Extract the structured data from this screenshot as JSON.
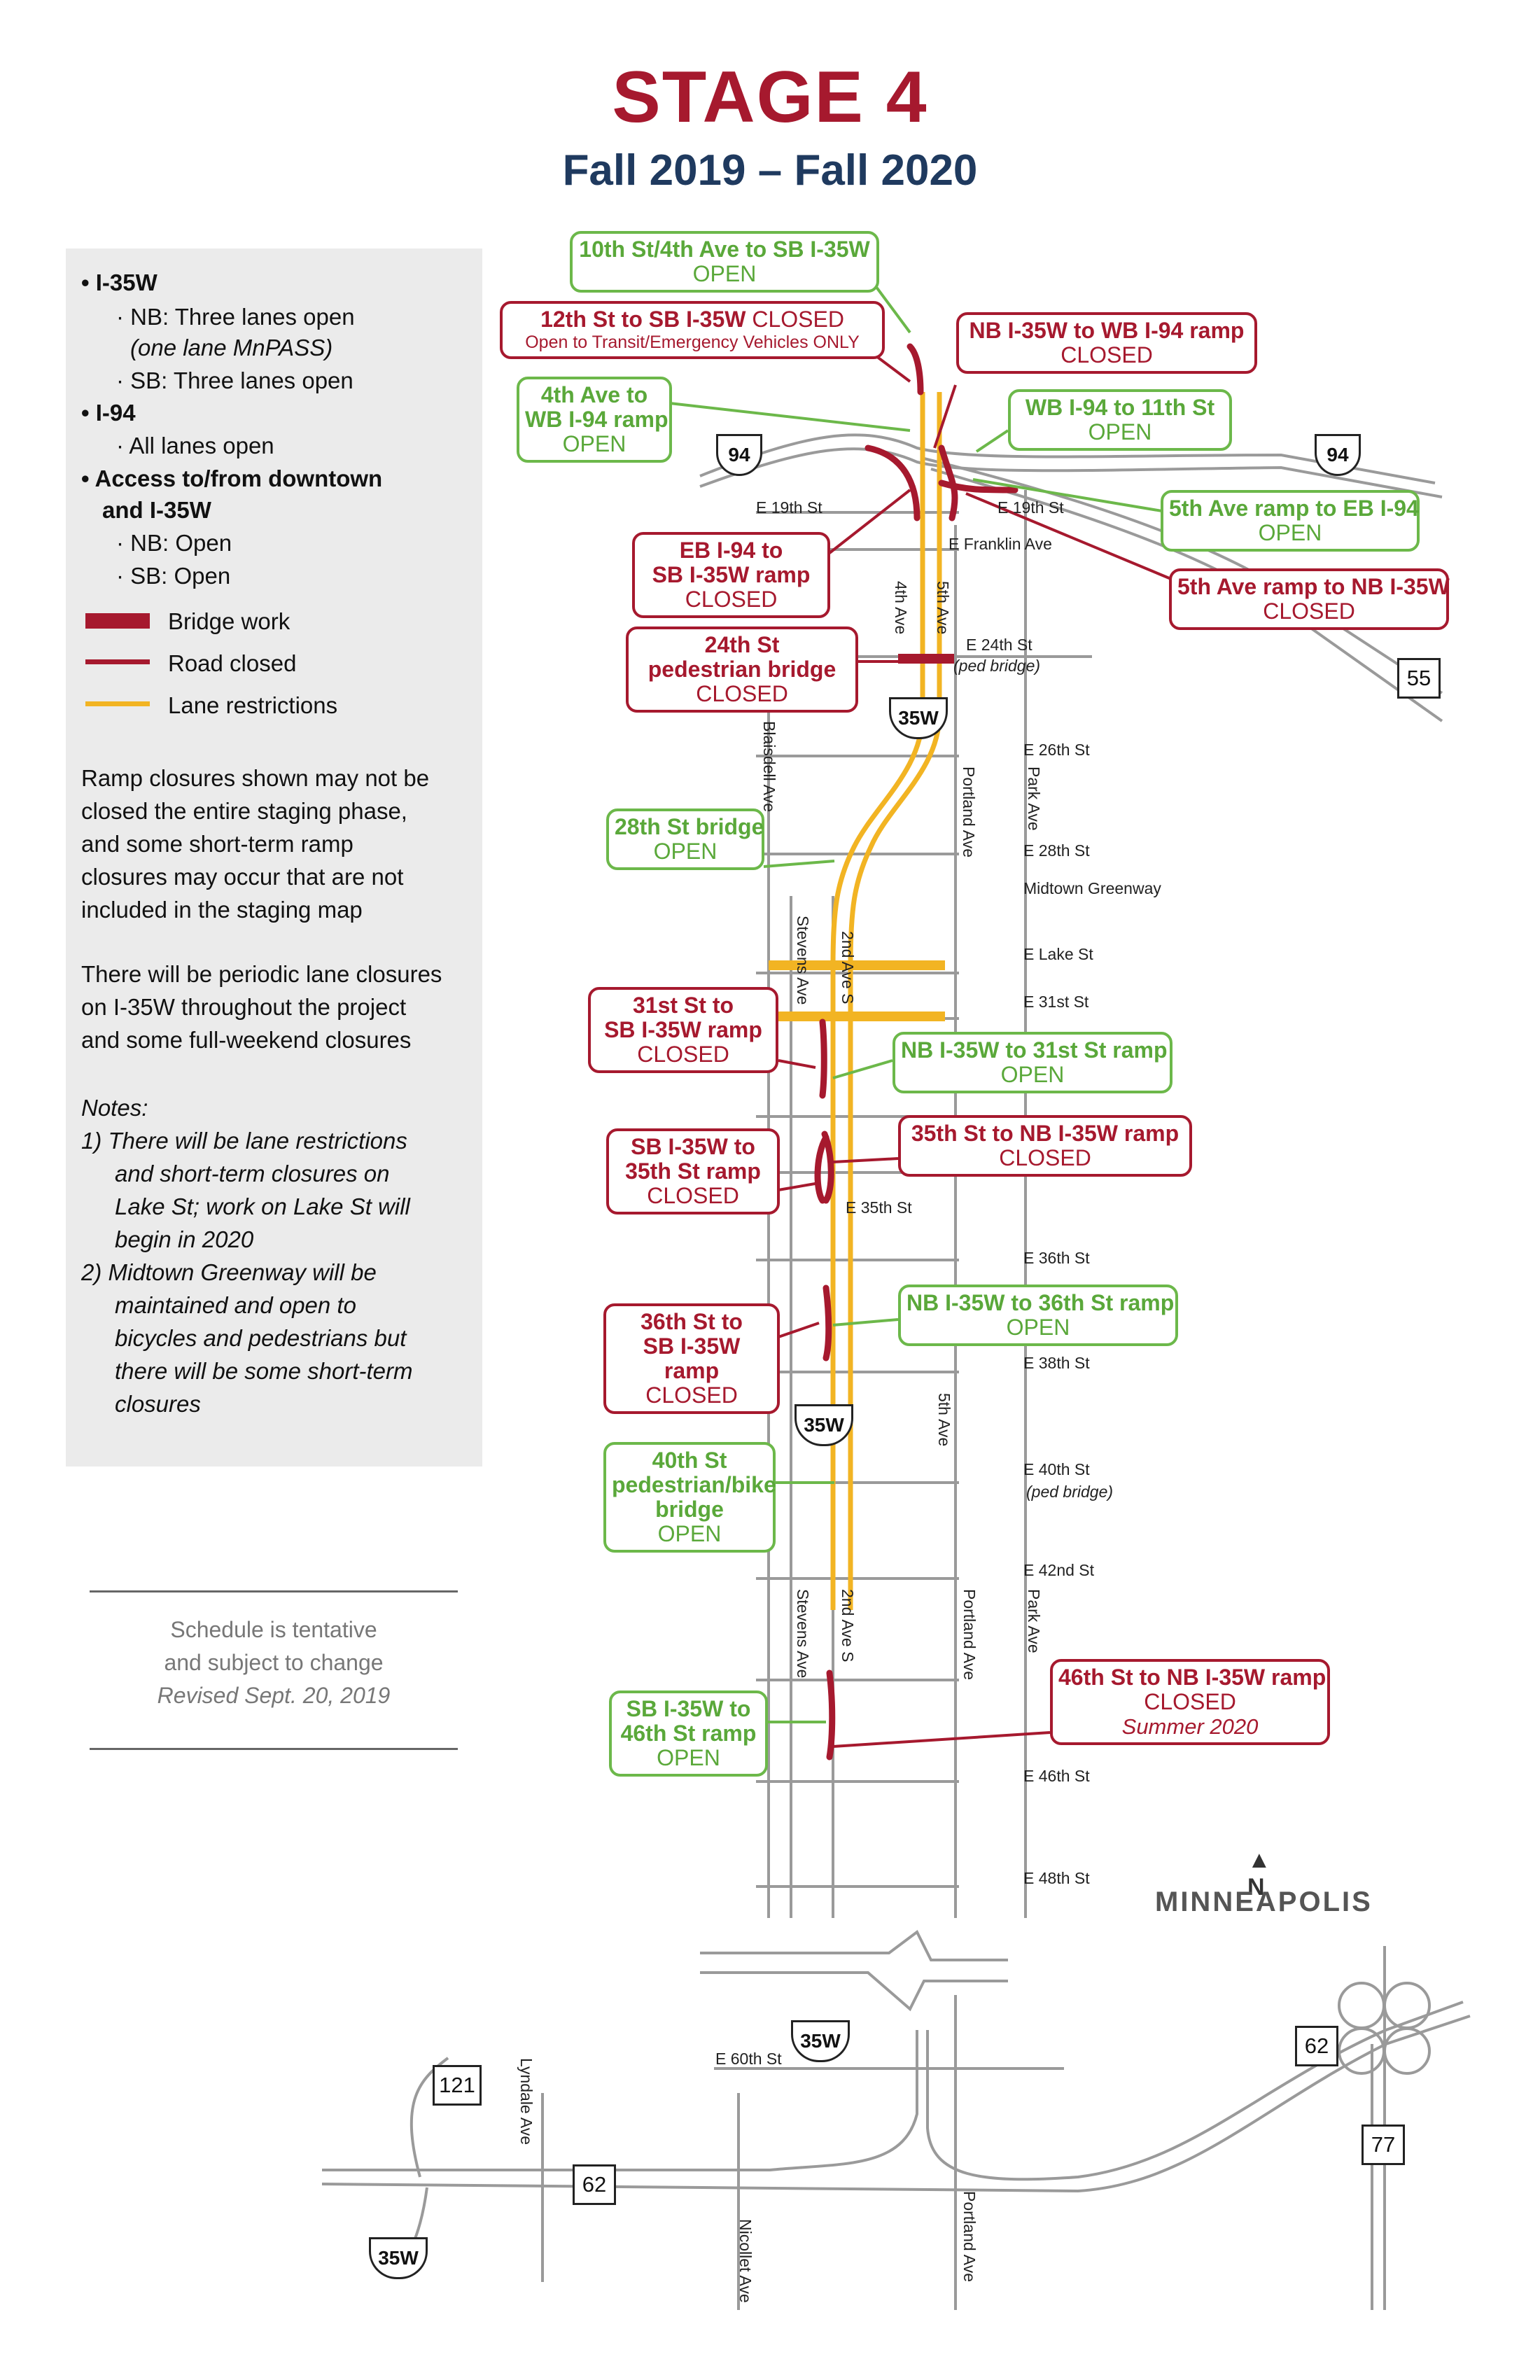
{
  "title": "STAGE 4",
  "subtitle": "Fall 2019 – Fall 2020",
  "colors": {
    "closed": "#a6192e",
    "open": "#6cb84a",
    "lane": "#f2b423",
    "navy": "#1f3a5f"
  },
  "legend": {
    "i35w_head": "I-35W",
    "nb": "· NB: Three lanes open",
    "nb_note": "(one lane MnPASS)",
    "sb": "· SB: Three lanes open",
    "i94_head": "I-94",
    "i94": "· All lanes open",
    "access_head_1": "Access to/from downtown",
    "access_head_2": "and I-35W",
    "access_nb": "· NB: Open",
    "access_sb": "· SB: Open",
    "bridge_work": "Bridge work",
    "road_closed": "Road closed",
    "lane_restrictions": "Lane restrictions",
    "ramp_note": [
      "Ramp closures shown may not be",
      "closed the entire staging phase,",
      "and some short-term ramp",
      "closures may occur that are not",
      "included in the staging map"
    ],
    "lane_note": [
      "There will be periodic lane closures",
      "on I-35W throughout the project",
      "and some full-weekend closures"
    ],
    "notes_head": "Notes:",
    "note1": [
      "1)  There will be lane restrictions",
      "and short-term closures on",
      "Lake St; work on Lake St will",
      "begin in 2020"
    ],
    "note2": [
      "2)  Midtown Greenway will be",
      "maintained and open to",
      "bicycles and pedestrians but",
      "there will be some short-term",
      "closures"
    ]
  },
  "schedule": {
    "line1": "Schedule is tentative",
    "line2": "and subject to change",
    "revised": "Revised Sept. 20, 2019"
  },
  "callouts": {
    "c10th": {
      "name": "10th St/4th Ave to SB I-35W",
      "status": "OPEN"
    },
    "c12th": {
      "name": "12th St to SB I-35W",
      "status": "CLOSED",
      "note": "Open to Transit/Emergency Vehicles ONLY"
    },
    "cNBwb": {
      "name": "NB I-35W to WB I-94 ramp",
      "status": "CLOSED"
    },
    "c4th": {
      "name1": "4th Ave to",
      "name2": "WB I-94 ramp",
      "status": "OPEN"
    },
    "cWB11": {
      "name": "WB I-94 to 11th St",
      "status": "OPEN"
    },
    "c5thEB": {
      "name": "5th Ave ramp to EB I-94",
      "status": "OPEN"
    },
    "cEB94": {
      "name1": "EB I-94 to",
      "name2": "SB I-35W ramp",
      "status": "CLOSED"
    },
    "c5thNB": {
      "name": "5th Ave ramp to NB I-35W",
      "status": "CLOSED"
    },
    "c24th": {
      "name1": "24th St",
      "name2": "pedestrian bridge",
      "status": "CLOSED"
    },
    "c28th": {
      "name": "28th St bridge",
      "status": "OPEN"
    },
    "c31st": {
      "name1": "31st St to",
      "name2": "SB I-35W ramp",
      "status": "CLOSED"
    },
    "cNB31": {
      "name": "NB I-35W to 31st St ramp",
      "status": "OPEN"
    },
    "cSB35": {
      "name1": "SB I-35W to",
      "name2": "35th St ramp",
      "status": "CLOSED"
    },
    "c35NB": {
      "name": "35th St to NB I-35W ramp",
      "status": "CLOSED"
    },
    "c36th": {
      "name1": "36th St to",
      "name2": "SB I-35W",
      "name3": "ramp",
      "status": "CLOSED"
    },
    "cNB36": {
      "name": "NB I-35W to 36th St ramp",
      "status": "OPEN"
    },
    "c40th": {
      "name1": "40th St",
      "name2": "pedestrian/bike",
      "name3": "bridge",
      "status": "OPEN"
    },
    "c46NB": {
      "name": "46th St to NB I-35W ramp",
      "status": "CLOSED",
      "note": "Summer 2020"
    },
    "cSB46": {
      "name1": "SB I-35W to",
      "name2": "46th St ramp",
      "status": "OPEN"
    }
  },
  "streets": {
    "e19w": "E 19th St",
    "e19e": "E 19th St",
    "franklin": "E Franklin Ave",
    "e24": "E 24th St",
    "ped": "(ped bridge)",
    "e26": "E 26th St",
    "e28": "E 28th St",
    "midtown": "Midtown Greenway",
    "lake": "E Lake St",
    "e31": "E 31st St",
    "e35": "E 35th St",
    "e36": "E 36th St",
    "e38": "E 38th St",
    "e40": "E 40th St",
    "ped2": "(ped bridge)",
    "e42": "E 42nd St",
    "e46": "E 46th St",
    "e48": "E 48th St",
    "e60": "E 60th St",
    "fourth": "4th Ave",
    "fifth": "5th Ave",
    "fifth2": "5th Ave",
    "blaisdell": "Blaisdell Ave",
    "portland": "Portland Ave",
    "park": "Park Ave",
    "stevens": "Stevens Ave",
    "second": "2nd Ave S",
    "stevens2": "Stevens Ave",
    "second2": "2nd Ave S",
    "portland2": "Portland Ave",
    "park2": "Park Ave",
    "lyndale": "Lyndale Ave",
    "nicollet": "Nicollet Ave",
    "portland3": "Portland Ave"
  },
  "shields": {
    "i94a": "94",
    "i94b": "94",
    "i35a": "35W",
    "i35b": "35W",
    "i35c": "35W",
    "i35d": "35W",
    "h55": "55",
    "h62a": "62",
    "h62b": "62",
    "h77": "77",
    "h121": "121"
  },
  "city": "MINNEAPOLIS",
  "north": "N"
}
